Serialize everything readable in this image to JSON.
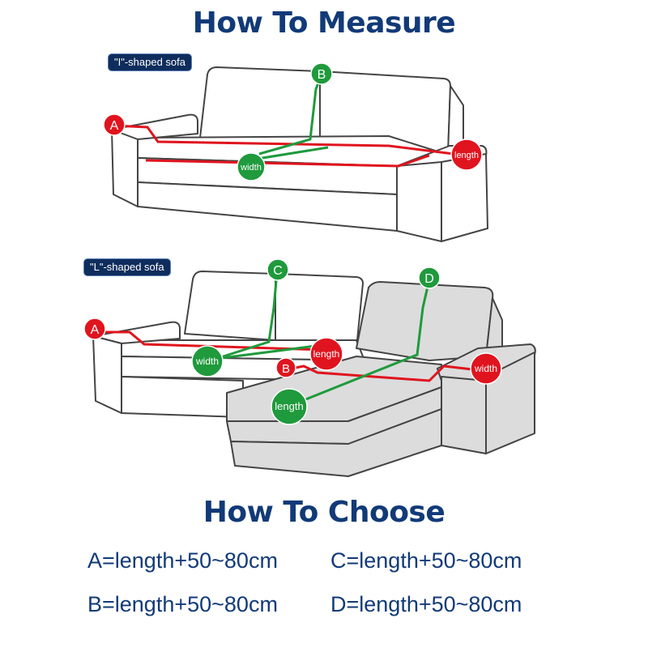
{
  "titles": {
    "measure": "How To Measure",
    "choose": "How To Choose"
  },
  "tags": {
    "i_sofa": "\"I\"-shaped sofa",
    "l_sofa": "\"L\"-shaped sofa"
  },
  "markers": {
    "i_a": "A",
    "i_b": "B",
    "i_width": "width",
    "i_length": "length",
    "l_a": "A",
    "l_c": "C",
    "l_d": "D",
    "l_b": "B",
    "l_width_main": "width",
    "l_length_main": "length",
    "l_length_chaise": "length",
    "l_width_chaise": "width"
  },
  "formulas": {
    "a": "A=length+50~80cm",
    "b": "B=length+50~80cm",
    "c": "C=length+50~80cm",
    "d": "D=length+50~80cm"
  },
  "colors": {
    "navy": "#123a78",
    "red": "#e0141e",
    "green": "#1f9a3c",
    "outline": "#444444",
    "chaise_fill": "#dcdcdc"
  }
}
